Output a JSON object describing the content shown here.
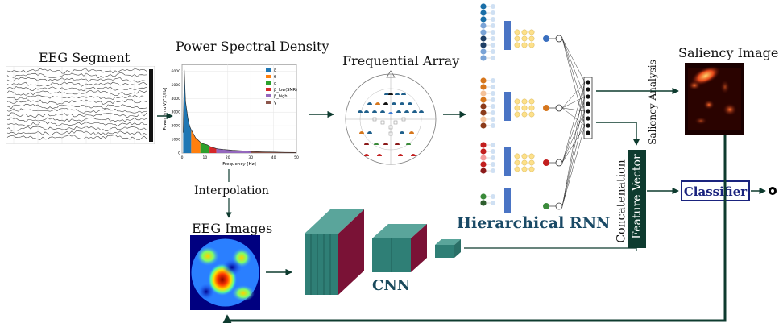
{
  "labels": {
    "eeg_segment": "EEG Segment",
    "psd": "Power Spectral Density",
    "frequential_array": "Frequential Array",
    "saliency_image": "Saliency Image",
    "saliency_analysis": "Saliency Analysis",
    "interpolation": "Interpolation",
    "eeg_images": "EEG Images",
    "cnn": "CNN",
    "hierarchical_rnn": "Hierarchical RNN",
    "concatenation": "Concatenation",
    "feature_vector": "Feature Vector",
    "classifier": "Classifier"
  },
  "chart_data": {
    "type": "area",
    "xlabel": "Frequency [Hz]",
    "ylabel": "Power [(mu V)^2/Hz]",
    "xlim": [
      0,
      50
    ],
    "ylim": [
      0,
      6500
    ],
    "x_ticks": [
      "0",
      "10",
      "20",
      "30",
      "40",
      "50"
    ],
    "y_ticks": [
      "0",
      "1000",
      "2000",
      "3000",
      "4000",
      "5000",
      "6000"
    ],
    "legend": [
      {
        "name": "δ",
        "color": "#1f77b4"
      },
      {
        "name": "θ",
        "color": "#ff7f0e"
      },
      {
        "name": "α",
        "color": "#2ca02c"
      },
      {
        "name": "β_low(SMR)",
        "color": "#d62728"
      },
      {
        "name": "β_high",
        "color": "#9467bd"
      },
      {
        "name": "γ",
        "color": "#8c564b"
      }
    ],
    "x": [
      0.5,
      1,
      1.5,
      2,
      2.5,
      3,
      3.5,
      4,
      5,
      6,
      7,
      8,
      9,
      10,
      11,
      12,
      13,
      14,
      15,
      16,
      18,
      20,
      22,
      25,
      28,
      30,
      35,
      40,
      45,
      50
    ],
    "y": [
      1500,
      6100,
      3800,
      3200,
      2600,
      2200,
      1900,
      1700,
      1400,
      1100,
      950,
      800,
      700,
      650,
      600,
      500,
      420,
      380,
      330,
      300,
      260,
      230,
      200,
      170,
      140,
      120,
      90,
      70,
      50,
      40
    ]
  },
  "colors": {
    "accent_dark": "#0e3b2f",
    "teal": "#2f7f76",
    "maroon": "#7a1236",
    "navy": "#1a237e",
    "rnn_blue": "#4a74c4"
  }
}
